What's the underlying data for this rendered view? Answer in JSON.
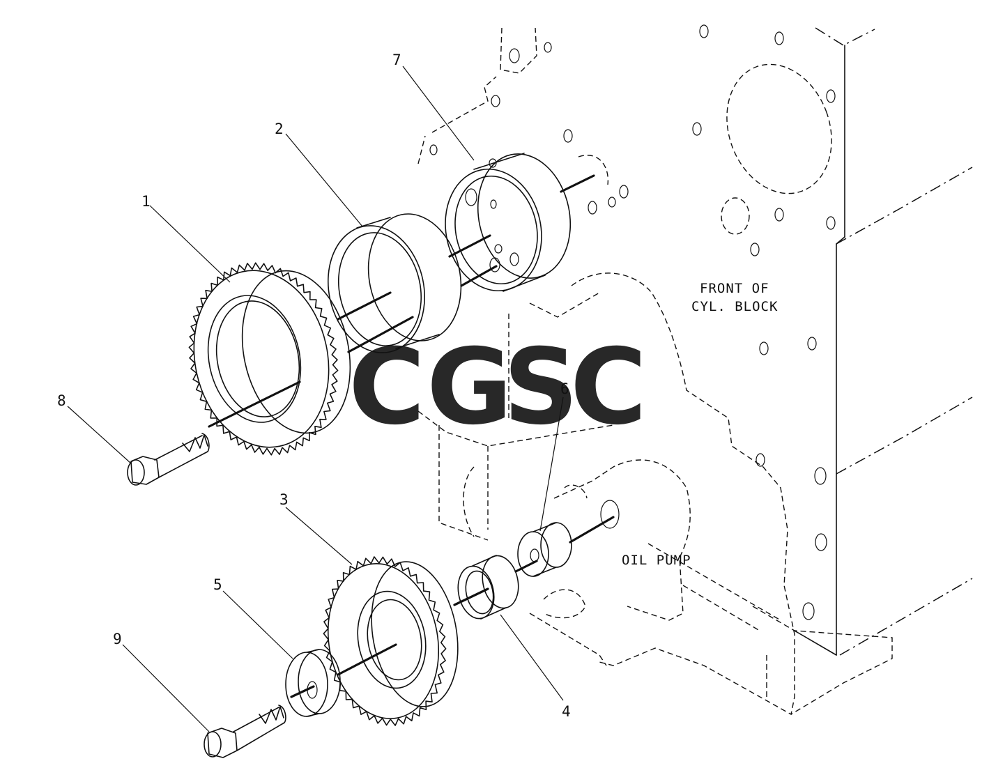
{
  "callouts": {
    "c1": "1",
    "c2": "2",
    "c3": "3",
    "c4": "4",
    "c5": "5",
    "c6": "6",
    "c7": "7",
    "c8": "8",
    "c9": "9"
  },
  "labels": {
    "front_line1": "FRONT OF",
    "front_line2": "CYL. BLOCK",
    "oil_pump": "OIL PUMP"
  },
  "watermark": {
    "letters": [
      "C",
      "G",
      "S",
      "C"
    ],
    "colors": [
      "#4f8ff7",
      "#f0766b",
      "#f7d34b",
      "#4fb07f"
    ]
  }
}
